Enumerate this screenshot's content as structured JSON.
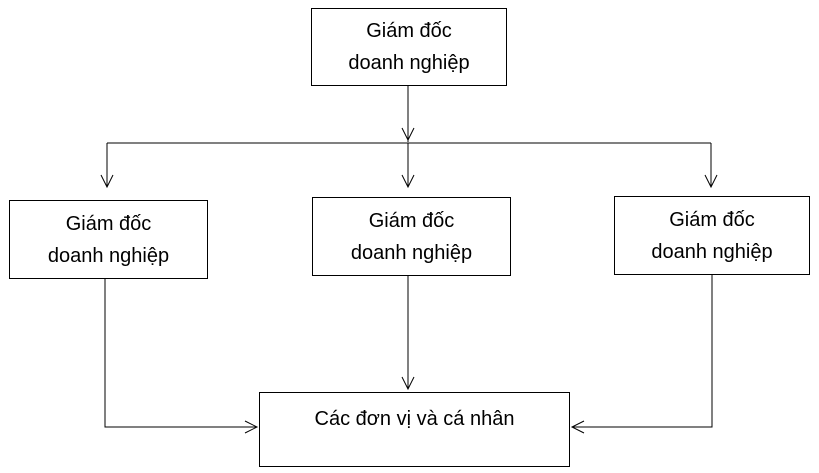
{
  "diagram": {
    "nodes": [
      {
        "id": "top",
        "lines": [
          "Giám đốc",
          "doanh nghiệp"
        ]
      },
      {
        "id": "left",
        "lines": [
          "Giám đốc",
          "doanh nghiệp"
        ]
      },
      {
        "id": "mid",
        "lines": [
          "Giám đốc",
          "doanh nghiệp"
        ]
      },
      {
        "id": "right",
        "lines": [
          "Giám đốc",
          "doanh nghiệp"
        ]
      },
      {
        "id": "bottom",
        "lines": [
          "Các đơn vị và cá nhân"
        ]
      }
    ],
    "edges": [
      {
        "from": "top",
        "to": "left"
      },
      {
        "from": "top",
        "to": "mid"
      },
      {
        "from": "top",
        "to": "right"
      },
      {
        "from": "left",
        "to": "bottom"
      },
      {
        "from": "mid",
        "to": "bottom"
      },
      {
        "from": "right",
        "to": "bottom"
      }
    ],
    "line_color": "#000000",
    "box_border_color": "#000000"
  }
}
